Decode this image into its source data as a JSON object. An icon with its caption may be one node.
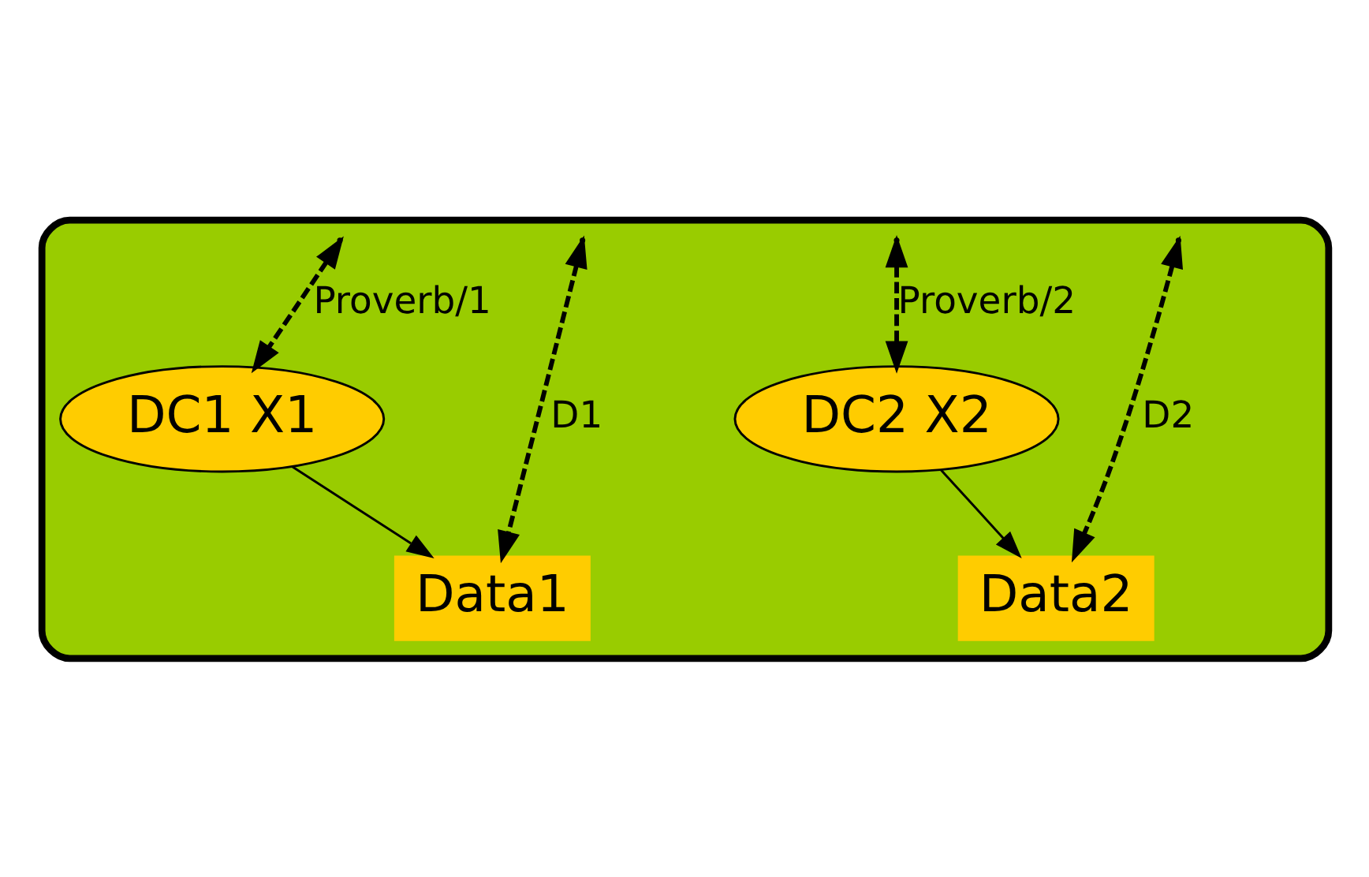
{
  "diagram": {
    "nodes": [
      {
        "text": [],
        "shape": "cylinder"
      },
      {
        "text": [
          "DC1 X1"
        ],
        "in": 0
      },
      {
        "text": [
          "Data1"
        ],
        "in": 0
      },
      {
        "text": [
          "DC2 X2"
        ],
        "in": 0
      },
      {
        "text": [
          "Data2"
        ],
        "in": 0
      }
    ],
    "edges": [
      {
        "from": null,
        "to": 1,
        "arrow": "both",
        "style": "dashed",
        "label": "Proverb/1"
      },
      {
        "from": null,
        "to": 2,
        "arrow": "both",
        "style": "dashed",
        "label": "D1"
      },
      {
        "from": null,
        "to": 3,
        "arrow": "both",
        "style": "dashed",
        "label": "Proverb/2"
      },
      {
        "from": null,
        "to": 4,
        "arrow": "both",
        "style": "dashed",
        "label": "D2"
      },
      {
        "from": 1,
        "to": 2,
        "arrow": "to"
      },
      {
        "from": 3,
        "to": 4,
        "arrow": "to"
      }
    ]
  }
}
